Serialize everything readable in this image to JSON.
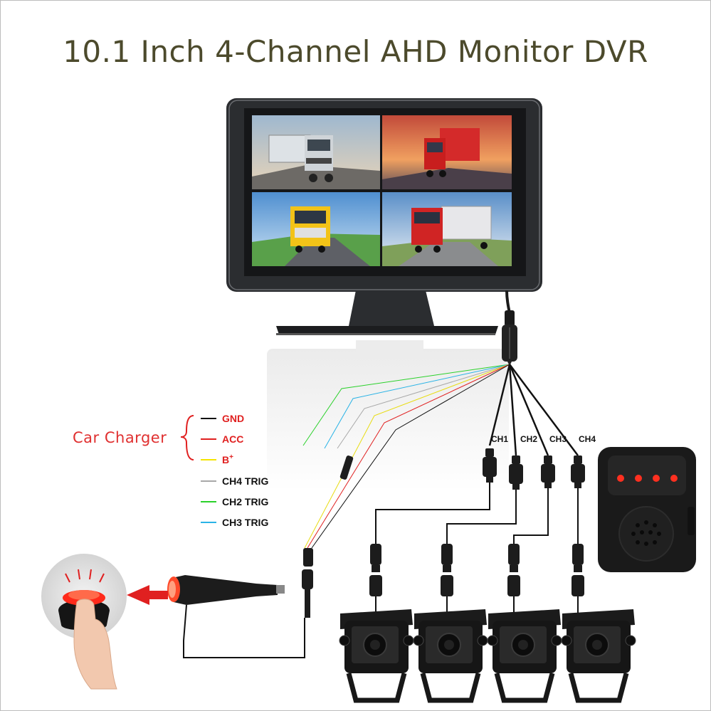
{
  "title": "10.1 Inch 4-Channel AHD Monitor DVR",
  "car_charger": {
    "label": "Car Charger",
    "wires": [
      {
        "label": "GND",
        "color": "#111111",
        "text_color": "#e02020"
      },
      {
        "label": "ACC",
        "color": "#e02020",
        "text_color": "#e02020"
      },
      {
        "label": "B",
        "sup": "+",
        "color": "#f5e400",
        "text_color": "#e02020"
      }
    ]
  },
  "trigger_wires": [
    {
      "label": "CH4 TRIG",
      "color": "#a8a8a8"
    },
    {
      "label": "CH2 TRIG",
      "color": "#2ad12a"
    },
    {
      "label": "CH3 TRIG",
      "color": "#2ab3e6"
    }
  ],
  "channels": [
    "CH1",
    "CH2",
    "CH3",
    "CH4"
  ],
  "screen_quadrants": [
    "truck-feed-1",
    "truck-feed-2",
    "truck-feed-3",
    "truck-feed-4"
  ],
  "colors": {
    "accent_red": "#e03030",
    "title": "#4c4a2c",
    "led": "#ff3020"
  }
}
